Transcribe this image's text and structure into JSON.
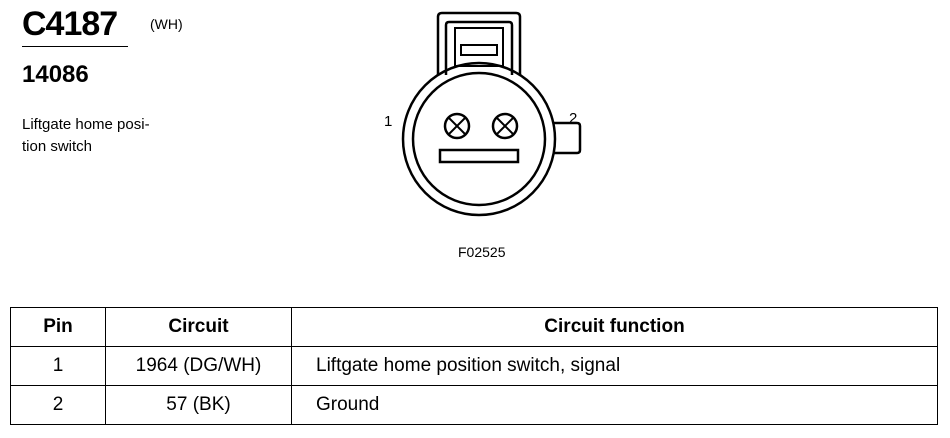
{
  "header": {
    "connector_id": "C4187",
    "color_code": "(WH)",
    "part_number": "14086",
    "description": "Liftgate home posi-\ntion switch"
  },
  "diagram": {
    "pin_labels": [
      "1",
      "2"
    ],
    "figure_code": "F02525"
  },
  "table": {
    "headers": [
      "Pin",
      "Circuit",
      "Circuit function"
    ],
    "rows": [
      {
        "pin": "1",
        "circuit": "1964 (DG/WH)",
        "function": "Liftgate home position switch, signal"
      },
      {
        "pin": "2",
        "circuit": "57 (BK)",
        "function": "Ground"
      }
    ]
  }
}
